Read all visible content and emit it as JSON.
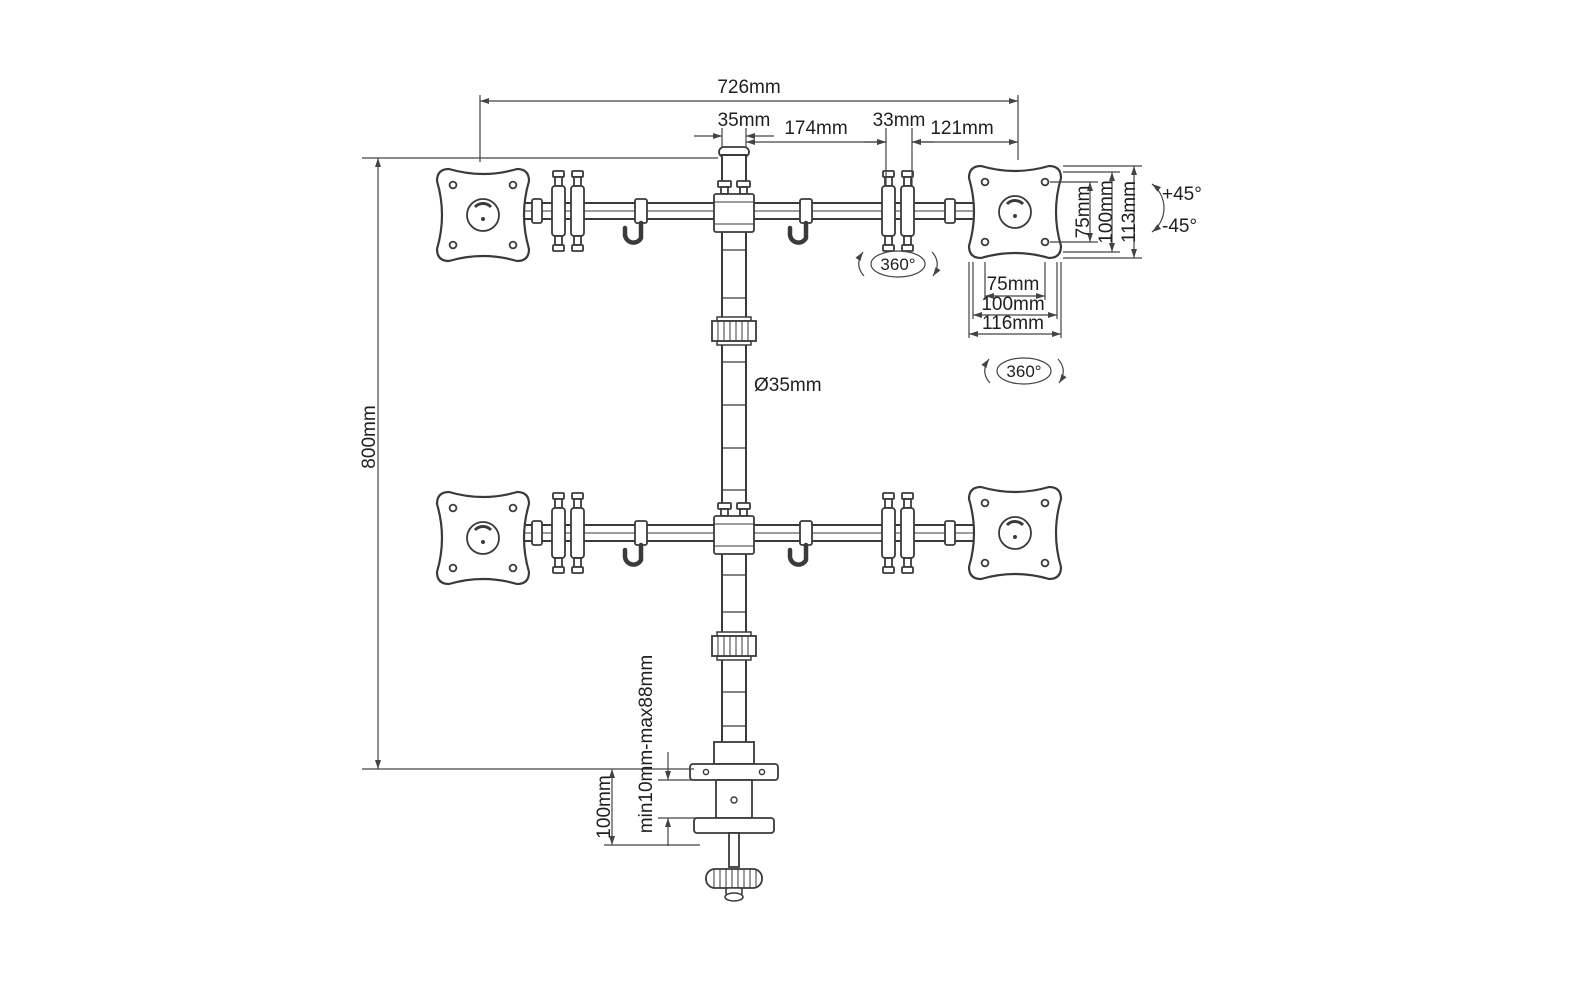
{
  "diagram": {
    "title_semantic": "quad-monitor-desk-mount-dimension-drawing",
    "labels": {
      "top_width": "726mm",
      "pole_width_top": "35mm",
      "arm_inner": "174mm",
      "bracket_width": "33mm",
      "arm_outer": "121mm",
      "vesa_right_v75": "75mm",
      "vesa_right_v100": "100mm",
      "vesa_right_v113": "113mm",
      "tilt_up": "+45°",
      "tilt_down": "-45°",
      "rotate_top": "360°",
      "vesa_bottom_h75": "75mm",
      "vesa_bottom_h100": "100mm",
      "vesa_bottom_h116": "116mm",
      "pole_diameter": "Ø35mm",
      "pole_height": "800mm",
      "rotate_mid": "360°",
      "clamp_below_offset": "100mm",
      "clamp_range": "min10mm-max88mm"
    },
    "colors": {
      "line": "#3a3a3a",
      "dimension": "#444444",
      "text": "#1f1f1f",
      "background": "#ffffff"
    }
  }
}
